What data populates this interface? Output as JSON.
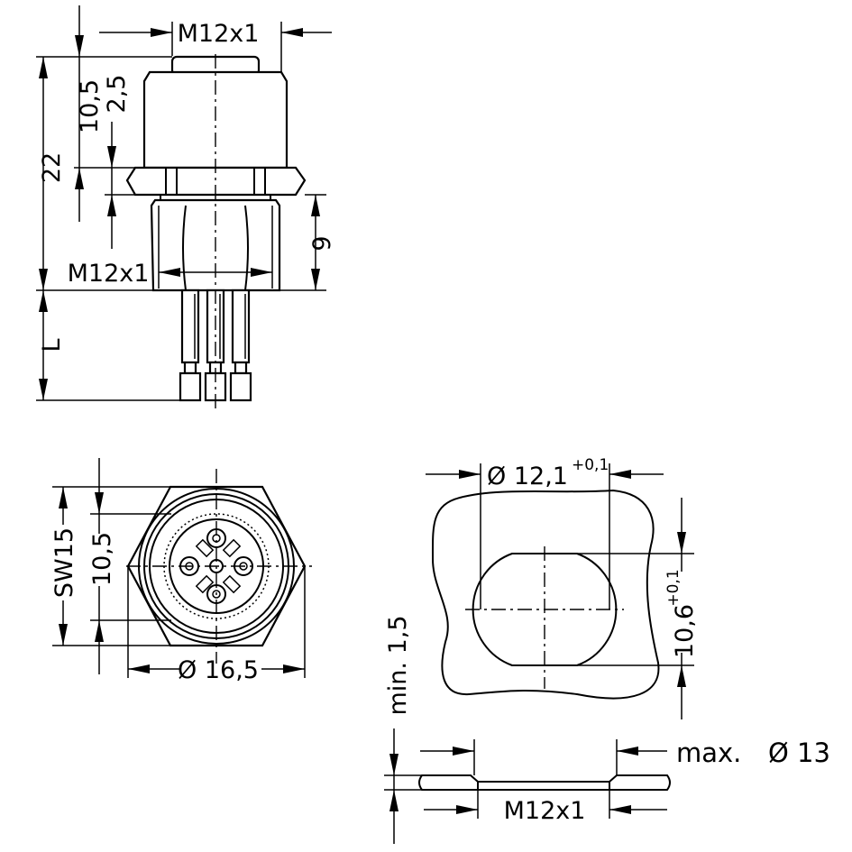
{
  "dimensions": {
    "top_thread": "M12x1",
    "height_10_5": "10,5",
    "height_2_5": "2,5",
    "total_22": "22",
    "side_9": "9",
    "body_thread": "M12x1",
    "pin_length": "L",
    "front_sw": "SW15",
    "front_10_5": "10,5",
    "front_diameter": "Ø 16,5",
    "cutout_diameter": "Ø 12,1",
    "cutout_diameter_tol": "+0,1",
    "cutout_flat": "10,6",
    "cutout_flat_tol": "+0,1",
    "panel_min": "min. 1,5",
    "panel_max_label": "max.",
    "panel_max_value": "Ø 13",
    "panel_thread": "M12x1"
  },
  "colors": {
    "line": "#000000",
    "background": "#ffffff"
  }
}
